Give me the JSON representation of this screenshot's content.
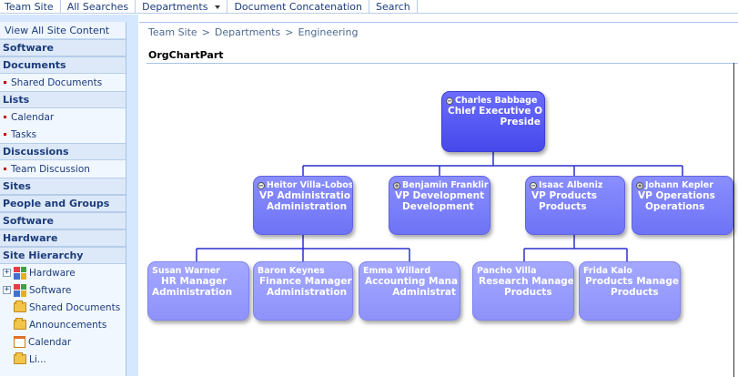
{
  "topnav": {
    "items": [
      "Team Site",
      "All Searches",
      "Departments",
      "Document Concatenation",
      "Search"
    ]
  },
  "sidebar": {
    "view_all": "View All Site Content",
    "software1": "Software",
    "documents": "Documents",
    "shared_documents": "Shared Documents",
    "lists": "Lists",
    "calendar": "Calendar",
    "tasks": "Tasks",
    "discussions": "Discussions",
    "team_discussion": "Team Discussion",
    "sites": "Sites",
    "people_groups": "People and Groups",
    "software2": "Software",
    "hardware": "Hardware",
    "site_hierarchy": "Site Hierarchy",
    "tree": {
      "hardware": "Hardware",
      "software": "Software",
      "shared_documents": "Shared Documents",
      "announcements": "Announcements",
      "calendar": "Calendar",
      "partial": "Li..."
    }
  },
  "breadcrumb": [
    "Team Site",
    "Departments",
    "Engineering"
  ],
  "breadcrumb_sep": ">",
  "webpart_title": "OrgChartPart",
  "org": {
    "ceo": {
      "name": "Charles Babbage",
      "title": "Chief Executive O",
      "dept": "Preside"
    },
    "vps": [
      {
        "name": "Heitor Villa-Lobos",
        "title": "VP Administratio",
        "dept": "Administration"
      },
      {
        "name": "Benjamin Franklir",
        "title": "VP Development",
        "dept": "Development"
      },
      {
        "name": "Isaac Albeniz",
        "title": "VP Products",
        "dept": "Products"
      },
      {
        "name": "Johann Kepler",
        "title": "VP Operations",
        "dept": "Operations"
      }
    ],
    "managers": [
      {
        "name": "Susan Warner",
        "title": "HR Manager",
        "dept": "Administration"
      },
      {
        "name": "Baron Keynes",
        "title": "Finance Manager",
        "dept": "Administration"
      },
      {
        "name": "Emma Willard",
        "title": "Accounting Mana",
        "dept": "Administrat"
      },
      {
        "name": "Pancho Villa",
        "title": "Research Manage",
        "dept": "Products"
      },
      {
        "name": "Frida Kalo",
        "title": "Products Manage",
        "dept": "Products"
      }
    ]
  }
}
